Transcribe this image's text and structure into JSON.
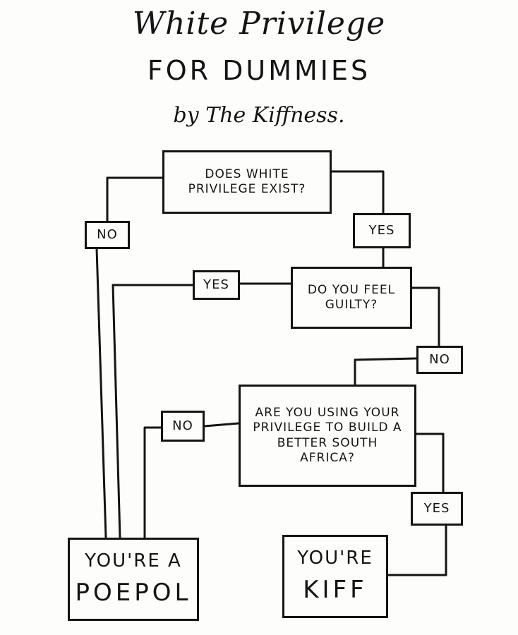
{
  "title": {
    "line1": "White Privilege",
    "line2": "FOR DUMMIES",
    "byline": "by The Kiffness."
  },
  "nodes": {
    "q1": "DOES WHITE PRIVILEGE EXIST?",
    "q2": "DO YOU FEEL GUILTY?",
    "q3": "ARE YOU USING YOUR PRIVILEGE TO BUILD A BETTER SOUTH AFRICA?",
    "r1_line1": "YOU'RE A",
    "r1_line2": "POEPOL",
    "r2_line1": "YOU'RE",
    "r2_line2": "KIFF"
  },
  "edges": {
    "q1_no": "NO",
    "q1_yes": "YES",
    "q2_yes": "YES",
    "q2_no": "NO",
    "q3_no": "NO",
    "q3_yes": "YES"
  }
}
